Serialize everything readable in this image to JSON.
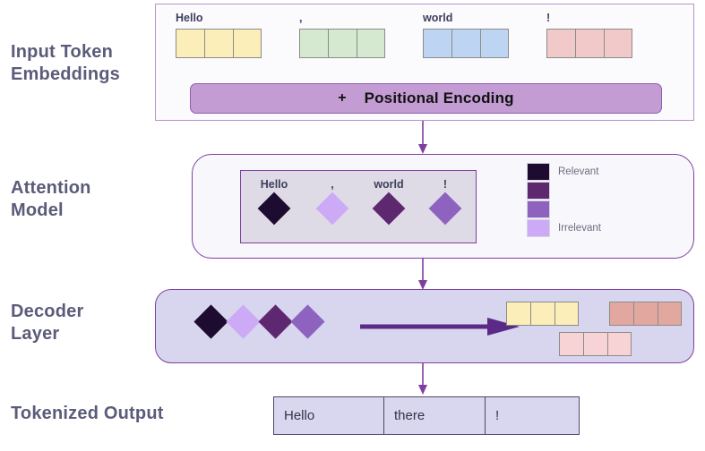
{
  "rows": {
    "input": "Input Token\nEmbeddings",
    "attention": "Attention\nModel",
    "decoder": "Decoder\nLayer",
    "output": "Tokenized Output"
  },
  "input_embeddings": {
    "tokens": [
      {
        "label": "Hello",
        "color": "#fbeeb8",
        "cells": 3
      },
      {
        "label": ",",
        "color": "#d5e8d0",
        "cells": 3
      },
      {
        "label": "world",
        "color": "#bdd5f3",
        "cells": 3
      },
      {
        "label": "!",
        "color": "#f2c9c9",
        "cells": 3
      }
    ],
    "positional": {
      "plus": "+",
      "text": "Positional Encoding",
      "color": "#c29cd3"
    }
  },
  "attention": {
    "tokens": [
      {
        "label": "Hello",
        "weight": "relevant",
        "color": "#1d0c30"
      },
      {
        "label": ",",
        "weight": "irrelevant",
        "color": "#cdaaf6"
      },
      {
        "label": "world",
        "weight": "relevant",
        "color": "#5e2870"
      },
      {
        "label": "!",
        "weight": "mid",
        "color": "#8e63c0"
      }
    ],
    "legend": {
      "top_label": "Relevant",
      "bottom_label": "Irrelevant",
      "swatches": [
        "#1d0c30",
        "#5e2870",
        "#8e63c0",
        "#cdaaf6"
      ]
    }
  },
  "decoder": {
    "diamonds": [
      "#1d0c30",
      "#cdaaf6",
      "#5e2870",
      "#8e63c0"
    ],
    "arrow_color": "#5b2a87",
    "output_blocks": [
      {
        "name": "yellow-block",
        "color": "#fbeeb8",
        "cells": 3
      },
      {
        "name": "salmon-block",
        "color": "#e2a89f",
        "cells": 3
      },
      {
        "name": "pink-block",
        "color": "#f7d3d6",
        "cells": 3
      }
    ]
  },
  "output_table": {
    "cells": [
      "Hello",
      "there",
      "!"
    ]
  },
  "colors": {
    "label_text": "#5b5b7a",
    "panel_border": "#7e3fa0",
    "connector_arrow": "#7e3fa0",
    "decoder_fill": "#d8d6ef",
    "output_cell_fill": "#d9d7ef"
  }
}
